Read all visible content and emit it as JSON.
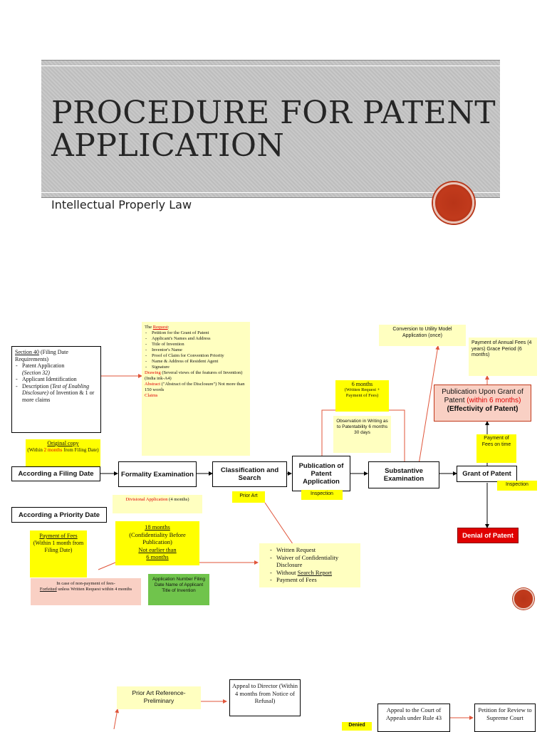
{
  "title_line1": "PROCEDURE FOR PATENT",
  "title_line2": "APPLICATION",
  "subtitle": "Intellectual Properly Law",
  "section40": {
    "head_u": "Section 40",
    "head_rest": " (Filing Date Requirements)",
    "item1": "Patent Application",
    "item1b": "(Section 32)",
    "item2": "Applicant Identification",
    "item3a": "Description (",
    "item3b": "Test of Enabling Disclosure)",
    "item3c": " of Invention & 1 or more claims"
  },
  "original_copy": {
    "head": "Original copy",
    "l1": "(Within ",
    "red": "2 months",
    "l2": " from Filing Date)"
  },
  "request": {
    "the": "The ",
    "head": "Request",
    "colon": ":",
    "items": [
      "Petition for the Grant of Patent",
      "Applicant's Names and Address",
      "Title of Invention",
      "Inventor's Name",
      "Proof of Claim for Convention Priority",
      "Name & Address of Resident Agent",
      "Signature"
    ],
    "drawing_red": "Drawing",
    "drawing_rest": " (Several views of the features of Invention) (India ink-A4)",
    "abstract_red": "Abstract",
    "abstract_rest": " (\"Abstract of the Disclosure\") Not more than 150 words",
    "claims": "Claims"
  },
  "boxes": {
    "filing": "According a Filing Date",
    "formality": "Formality Examination",
    "classification": "Classification and Search",
    "publication": "Publication of Patent Application",
    "substantive": "Substantive Examination",
    "grant": "Grant of Patent",
    "priority": "According a Priority Date",
    "denial": "Denial of Patent",
    "pub_grant_1": "Publication Upon Grant of Patent ",
    "pub_grant_red": "(within 6 months)",
    "pub_grant_2": "(Effectivity of Patent)"
  },
  "conversion": "Conversion to Utility Model Application (once)",
  "annual": "Payment of Annual Fees (4 years) Grace Period (6 months)",
  "six_months": {
    "head": "6 months",
    "body": "(Written Request + Payment of Fees)"
  },
  "observation": "Observation in Writing as to Patentability 6 months 30 days",
  "payment_time": "Payment of Fees on time",
  "inspection1": "Inspection",
  "inspection2": "Inspection",
  "prior_art": "Prior Art",
  "divisional": {
    "red": "Divisional Application",
    "rest": " (4 months)"
  },
  "payment_fees": {
    "head": "Payment of Fees",
    "body": "(Within 1 month from Filing Date)"
  },
  "eighteen": {
    "head": "18 months",
    "l2": "(Confidentiality Before Publication)",
    "l3": "Not earlier than",
    "l4": "6 months"
  },
  "written_list": [
    "Written Request",
    "Waiver of Confidentiality Disclosure",
    "Without Search Report",
    "Payment of Fees"
  ],
  "written_underline": "Search Report",
  "nonpayment": {
    "l1": "In case of non-payment of fees-",
    "u": "Forfeited",
    "l2": " unless Written Request within 4 months"
  },
  "green": "Application Number Filing Date Name of Applicant Title of Invention",
  "prior_prelim": "Prior Art Reference- Preliminary",
  "appeal_director": "Appeal to Director (Within 4 months from Notice of Refusal)",
  "appeal_court": "Appeal to the Court of Appeals under Rule 43",
  "petition_review": "Petition for Review to Supreme Court",
  "denied": "Denied",
  "colors": {
    "yellow": "#ffff00",
    "pale_yellow": "#ffffc0",
    "pink": "#f9d0c4",
    "green": "#70c44c",
    "red": "#e00000",
    "accent": "#c13a1c"
  }
}
